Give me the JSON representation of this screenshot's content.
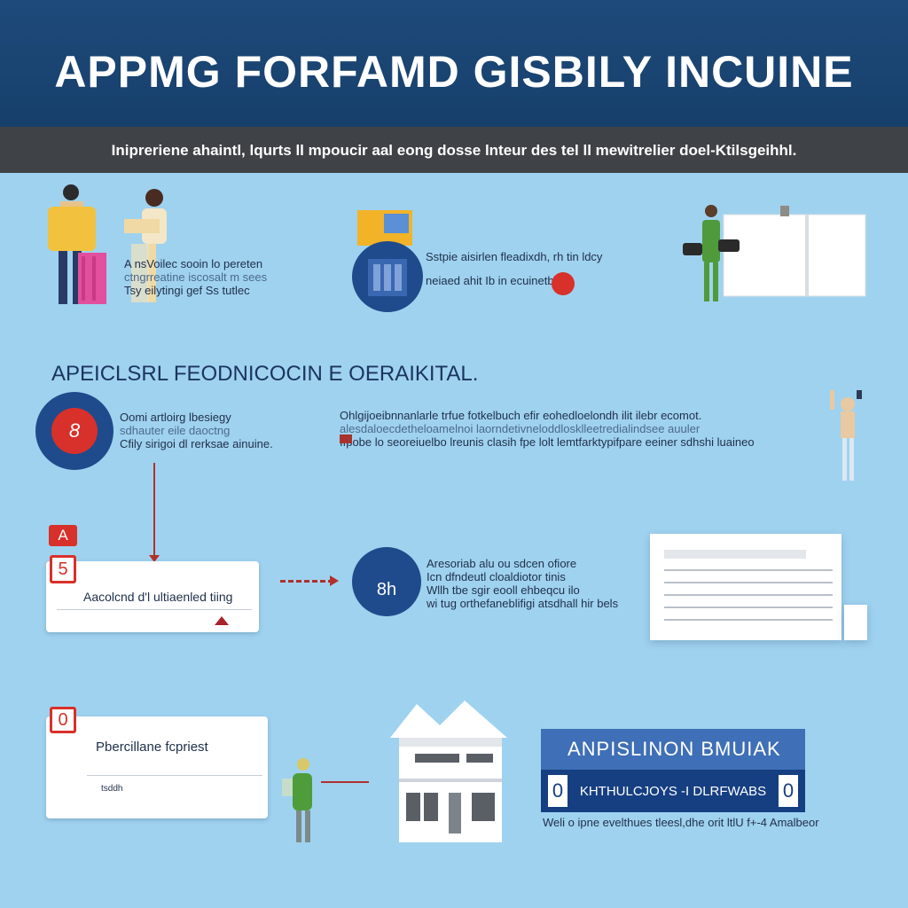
{
  "header": {
    "title": "APPMG FORFAMD GISBILY INCUINE",
    "subtitle": "Inipreriene ahaintl, lqurts ll mpoucir aal eong dosse lnteur des tel ll  mewitrelier doel-Ktilsgeihhl."
  },
  "row1": {
    "left_text": [
      "A nsVoilec sooin lo pereten",
      "ctngrreatine iscosalt m sees",
      "Tsy eilytingi gef Ss tutlec"
    ],
    "right_text": [
      "Sstpie aisirlen fleadixdh, rh tin ldcy",
      "neiaed ahit Ib in ecuinetblly"
    ]
  },
  "section": {
    "heading": "APEICLSRL FEODNICOCIN  E OERAIKITAL.",
    "circle_number": "8",
    "left_text": [
      "Oomi artloirg lbesiegy",
      "sdhauter eile daoctng",
      "Cfily sirigoi dl rerksae ainuine."
    ],
    "right_text": [
      "Ohlgijoeibnnanlarle trfue fotkelbuch efir eohedloelondh ilit ilebr ecomot.",
      "alesdaloecdetheloamelnoi laorndetivneloddlosklleetredialindsee auuler",
      "Ifpobe lo seoreiuelbo lreunis clasih fpe lolt lemtfarktypifpare eeiner sdhshi luaineo"
    ]
  },
  "steps": {
    "step_a_badge": "A",
    "step_b_badge": "5",
    "step_b_label": "Aacolcnd d'l ultiaenled tiing",
    "middle_text": [
      "Aresoriab alu ou sdcen ofiore",
      "Icn dfndeutl cloaldiotor tinis",
      "Wllh tbe sgir eooll ehbeqcu ilo",
      "wi tug orthefaneblifigi atsdhall hir bels"
    ],
    "middle_circle_text": "8h",
    "step_c_badge": "0",
    "step_c_label": "Pbercillane fcpriest",
    "step_c_sub": "tsddh"
  },
  "banner": {
    "line1": "ANPISLINON BMUIAK",
    "line2_left": "0",
    "line2_text": "KHTHULCJOYS  -I  DLRFWABS",
    "line2_right": "0",
    "caption": "Weli o ipne evelthues tleesl,dhe orit ltlU f+-4 Amalbeor"
  },
  "colors": {
    "background": "#9fd2ef",
    "header_blue": "#1d4a7a",
    "subtitle_gray": "#3f4347",
    "accent_red": "#d8302a",
    "circle_blue": "#1f4b8c"
  }
}
